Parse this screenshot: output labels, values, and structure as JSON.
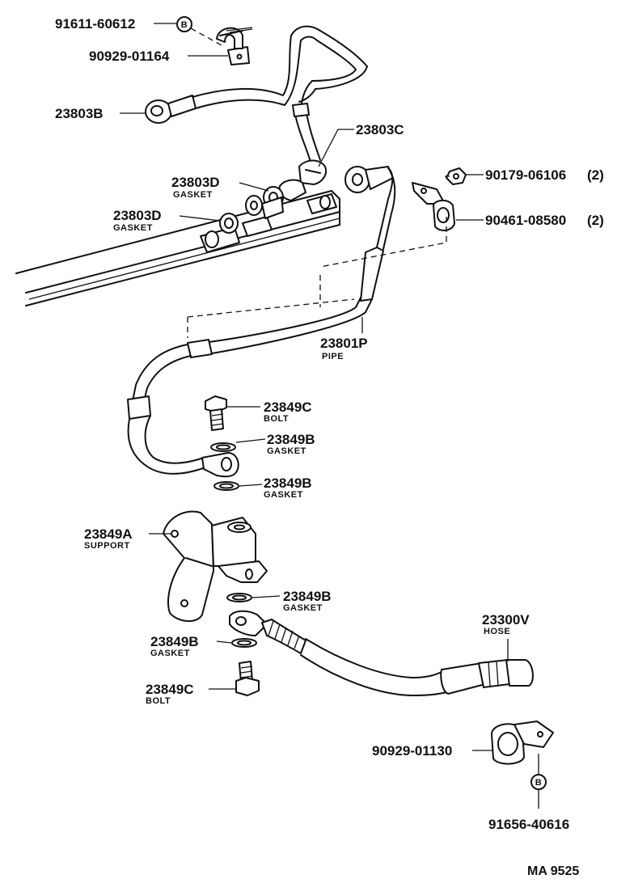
{
  "labels": {
    "p91611": "91611-60612",
    "p90929_01164": "90929-01164",
    "p23803B": "23803B",
    "p23803C": "23803C",
    "p23803D_1": "23803D",
    "p23803D_1_sub": "GASKET",
    "p23803D_2": "23803D",
    "p23803D_2_sub": "GASKET",
    "p90179": "90179-06106",
    "p90179_qty": "(2)",
    "p90461": "90461-08580",
    "p90461_qty": "(2)",
    "p23801P": "23801P",
    "p23801P_sub": "PIPE",
    "p23849C_1": "23849C",
    "p23849C_1_sub": "BOLT",
    "p23849B_1": "23849B",
    "p23849B_1_sub": "GASKET",
    "p23849B_2": "23849B",
    "p23849B_2_sub": "GASKET",
    "p23849A": "23849A",
    "p23849A_sub": "SUPPORT",
    "p23849B_3": "23849B",
    "p23849B_3_sub": "GASKET",
    "p23849B_4": "23849B",
    "p23849B_4_sub": "GASKET",
    "p23849C_2": "23849C",
    "p23849C_2_sub": "BOLT",
    "p23300V": "23300V",
    "p23300V_sub": "HOSE",
    "p90929_01130": "90929-01130",
    "p91656": "91656-40616",
    "markB_top": "B",
    "markB_bottom": "B",
    "diagram_code": "MA 9525"
  }
}
